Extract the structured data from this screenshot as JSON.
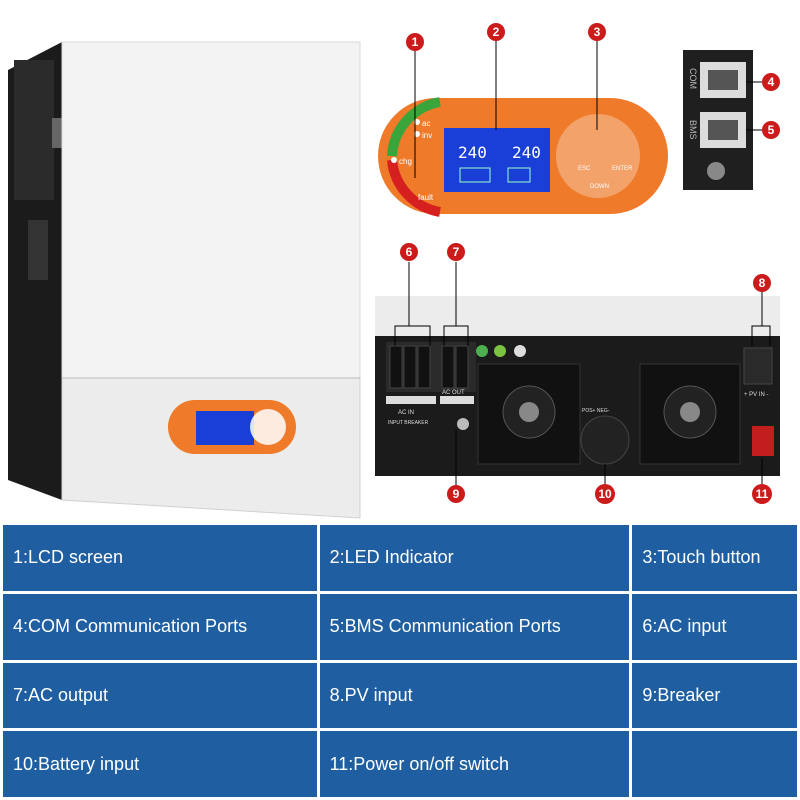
{
  "panel": {
    "led_labels": {
      "ac": "ac",
      "inv": "inv",
      "chg": "chg",
      "fault": "fault"
    },
    "lcd_left_value": "240",
    "lcd_right_value": "240",
    "buttons": {
      "esc": "ESC",
      "enter": "ENTER",
      "down": "DOWN"
    }
  },
  "ports": {
    "com_label": "COM",
    "bms_label": "BMS"
  },
  "bottom_panel": {
    "ac_in_label": "AC IN",
    "ac_out_label": "AC OUT",
    "input_breaker_label": "INPUT BREAKER",
    "pv_in_label": "+ PV IN -",
    "pos_neg_label": "POS+  NEG-"
  },
  "callouts": [
    "1",
    "2",
    "3",
    "4",
    "5",
    "6",
    "7",
    "8",
    "9",
    "10",
    "11"
  ],
  "table": {
    "rows": [
      [
        "1:LCD screen",
        "2:LED Indicator",
        "3:Touch button"
      ],
      [
        "4:COM Communication Ports",
        "5:BMS Communication Ports",
        "6:AC input"
      ],
      [
        "7:AC output",
        "8.PV input",
        "9:Breaker"
      ],
      [
        "10:Battery input",
        "11:Power on/off switch",
        ""
      ]
    ]
  },
  "colors": {
    "accent_orange": "#ee7a2a",
    "callout_red": "#cc1b1b",
    "table_blue": "#1f5fa1",
    "lcd_blue": "#1a3fd6"
  }
}
